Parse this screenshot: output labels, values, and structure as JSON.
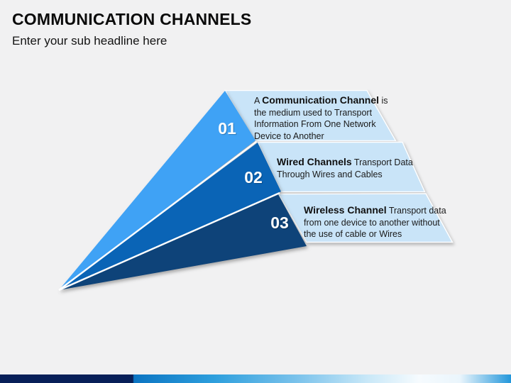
{
  "slide": {
    "title": "COMMUNICATION CHANNELS",
    "subtitle": "Enter your sub headline here"
  },
  "diagram": {
    "type": "fan-pyramid",
    "items": [
      {
        "number": "01",
        "prefix": "A ",
        "title": "Communication Channel",
        "rest": " is the medium used to Transport Information From One Network Device to Another",
        "wedge_color": "#3fa2f5"
      },
      {
        "number": "02",
        "prefix": "",
        "title": "Wired Channels",
        "rest": " Transport Data Through Wires and Cables",
        "wedge_color": "#0a64b6"
      },
      {
        "number": "03",
        "prefix": "",
        "title": "Wireless Channel",
        "rest": " Transport data from one device to another without the use of cable or Wires",
        "wedge_color": "#0e4379"
      }
    ],
    "box_fill": "#c9e4f8",
    "separator_color": "#ffffff",
    "number_color": "#ffffff"
  },
  "footer": {
    "bar_left_color": "#071f58",
    "bar_mid_color": "#2e9fdd",
    "bar_right_color": "#2397db"
  }
}
